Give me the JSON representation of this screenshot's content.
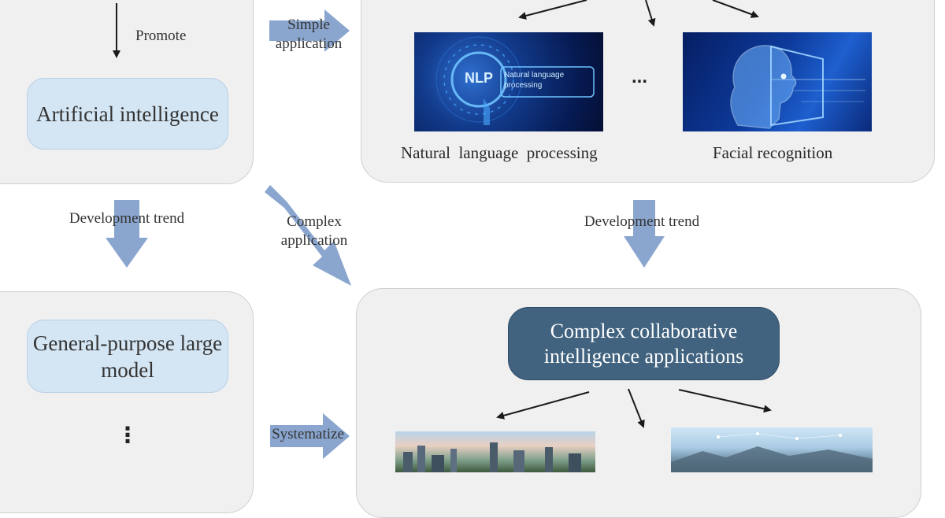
{
  "left_top": {
    "arrow_label": "Promote",
    "ai_box": "Artificial intelligence"
  },
  "left_bottom": {
    "gpm_box": "General-purpose large model",
    "ellipsis": "⋮"
  },
  "connectors": {
    "dev_trend_left": "Development trend",
    "simple_application": "Simple application",
    "complex_application": "Complex application",
    "dev_trend_right": "Development trend",
    "systematize": "Systematize"
  },
  "right_top": {
    "nlp_image": {
      "badge": "NLP",
      "text": "Natural language processing"
    },
    "ellipsis": "...",
    "captions": {
      "nlp": "Natural  language  processing",
      "face": "Facial recognition"
    }
  },
  "right_bottom": {
    "center_box": "Complex collaborative intelligence applications"
  },
  "colors": {
    "panel_bg": "#f0f0f1",
    "light_box": "#d4e5f3",
    "dark_box": "#41637f",
    "arrow_fill": "#8aa6cf",
    "black_arrow": "#1a1a1a"
  },
  "icons": [
    "black-arrow",
    "blue-block-arrow",
    "head-scan-icon",
    "globe-icon"
  ]
}
